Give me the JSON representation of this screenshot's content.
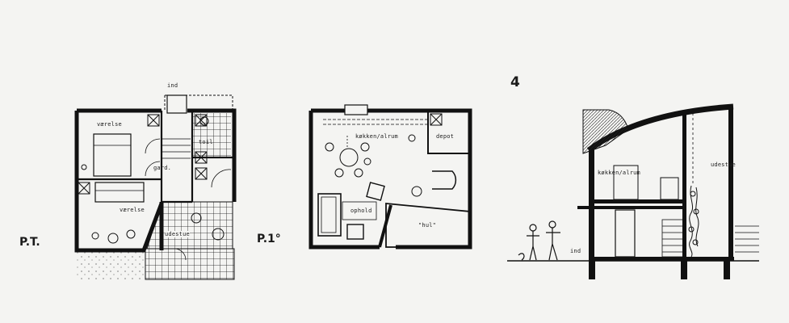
{
  "figure_number": "4",
  "plans": {
    "ground": {
      "caption": "P.T.",
      "labels": {
        "entrance": "ind",
        "bedroom_top": "værelse",
        "toilet": "toil",
        "wardrobe": "gard.",
        "bedroom_bottom": "værelse",
        "outdoor": "udestue"
      }
    },
    "first": {
      "caption": "P.1°",
      "labels": {
        "kitchen": "køkken/alrum",
        "depot": "depot",
        "living": "ophold",
        "void": "\"hul\""
      }
    },
    "section": {
      "labels": {
        "kitchen": "køkken/alrum",
        "outdoor": "udestue",
        "entrance": "ind"
      }
    }
  },
  "colors": {
    "ink": "#111111",
    "paper": "#f4f4f2"
  }
}
